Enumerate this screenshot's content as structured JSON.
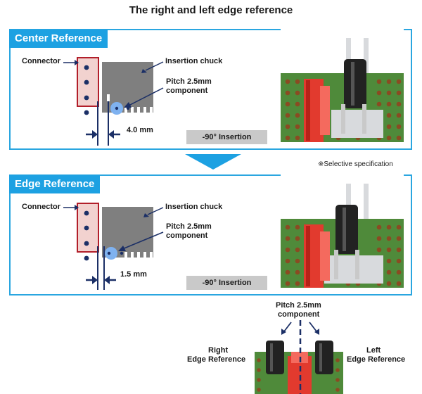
{
  "title": "The right and left edge reference",
  "panels": [
    {
      "heading": "Center Reference",
      "connector_label": "Connector",
      "chuck_label": "Insertion chuck",
      "component_label_1": "Pitch 2.5mm",
      "component_label_2": "component",
      "gap_label": "4.0 mm",
      "insertion_label": "-90°  Insertion"
    },
    {
      "heading": "Edge Reference",
      "connector_label": "Connector",
      "chuck_label": "Insertion chuck",
      "component_label_1": "Pitch 2.5mm",
      "component_label_2": "component",
      "gap_label": "1.5 mm",
      "insertion_label": "-90°  Insertion"
    }
  ],
  "note": "※Selective specification",
  "bottom": {
    "pitch_label_1": "Pitch 2.5mm",
    "pitch_label_2": "component",
    "right_label_1": "Right",
    "right_label_2": "Edge Reference",
    "left_label_1": "Left",
    "left_label_2": "Edge Reference"
  },
  "colors": {
    "accent": "#1da1e2",
    "arrow_navy": "#1b2f66",
    "connector_red": "#b21f2a",
    "chuck_gray": "#7f7f7f",
    "component_blue": "#7fb2f0"
  }
}
